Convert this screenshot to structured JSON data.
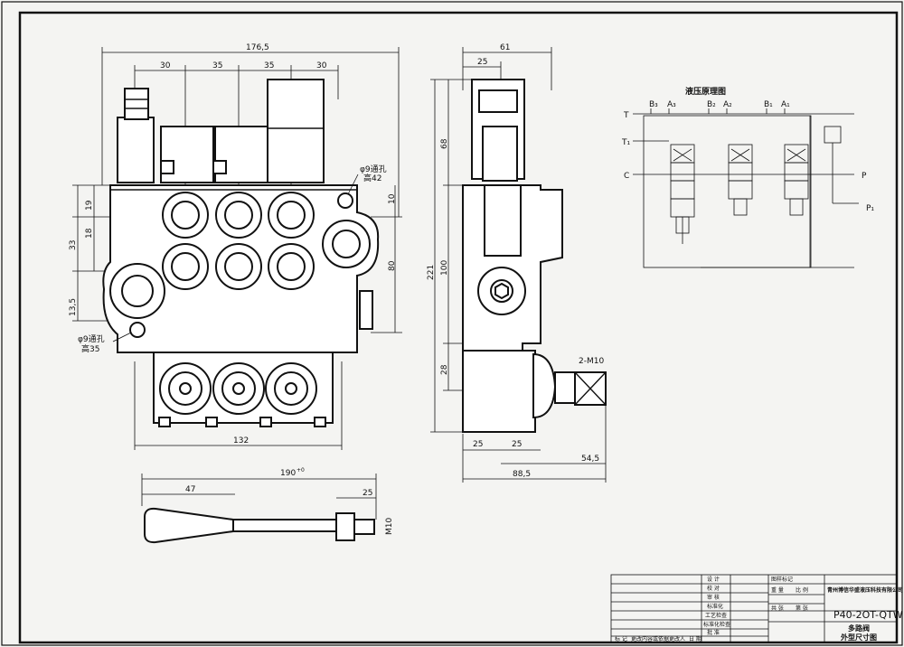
{
  "front_view": {
    "dims": {
      "total_width": "176,5",
      "seg_1": "30",
      "seg_2": "35",
      "seg_3": "35",
      "seg_4": "30",
      "left_19": "19",
      "left_18": "18",
      "left_33": "33",
      "left_13_5": "13,5",
      "right_10": "10",
      "right_80": "80",
      "bottom_132": "132"
    },
    "notes": {
      "hole_top": "φ9通孔",
      "hole_top_height": "高42",
      "hole_bottom": "φ9通孔",
      "hole_bottom_height": "高35"
    }
  },
  "side_view": {
    "dims": {
      "top_61": "61",
      "top_25": "25",
      "left_68": "68",
      "left_221": "221",
      "left_100": "100",
      "left_28": "28",
      "bottom_25a": "25",
      "bottom_25b": "25",
      "bottom_54_5": "54,5",
      "bottom_88_5": "88,5",
      "thread": "2-M10"
    }
  },
  "handle_view": {
    "dims": {
      "length": "190",
      "length_tol": "+0",
      "grip": "47",
      "end": "25",
      "thread": "M10"
    }
  },
  "schematic": {
    "title": "液压原理图",
    "ports_top": [
      "B₃",
      "A₃",
      "B₂",
      "A₂",
      "B₁",
      "A₁"
    ],
    "ports_left": [
      "T",
      "T₁",
      "C"
    ],
    "ports_right": [
      "P",
      "P₁"
    ]
  },
  "title_block": {
    "company": "青州博信华盛液压科技有限公司",
    "model": "P40-2OT-QTW",
    "name_line1": "多路阀",
    "name_line2": "外型尺寸图",
    "rows": [
      "设 计",
      "校 对",
      "审 核",
      "标准化",
      "工艺检查",
      "标准化检查",
      "批 准"
    ],
    "right_labels": [
      "图样标记",
      "重 量",
      "比 例",
      "共 张",
      "第 张"
    ],
    "bottom_labels": [
      "标 记",
      "更改内容或依据",
      "更改人",
      "日 期"
    ]
  }
}
